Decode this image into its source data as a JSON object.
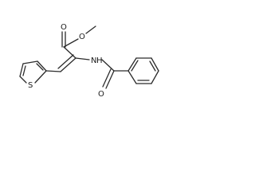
{
  "molecule": {
    "atoms": {
      "ester_o_double": "O",
      "ester_o_single": "O",
      "amide_n": "N",
      "amide_h": "H",
      "amide_o": "O",
      "thiophene_s": "S"
    }
  }
}
